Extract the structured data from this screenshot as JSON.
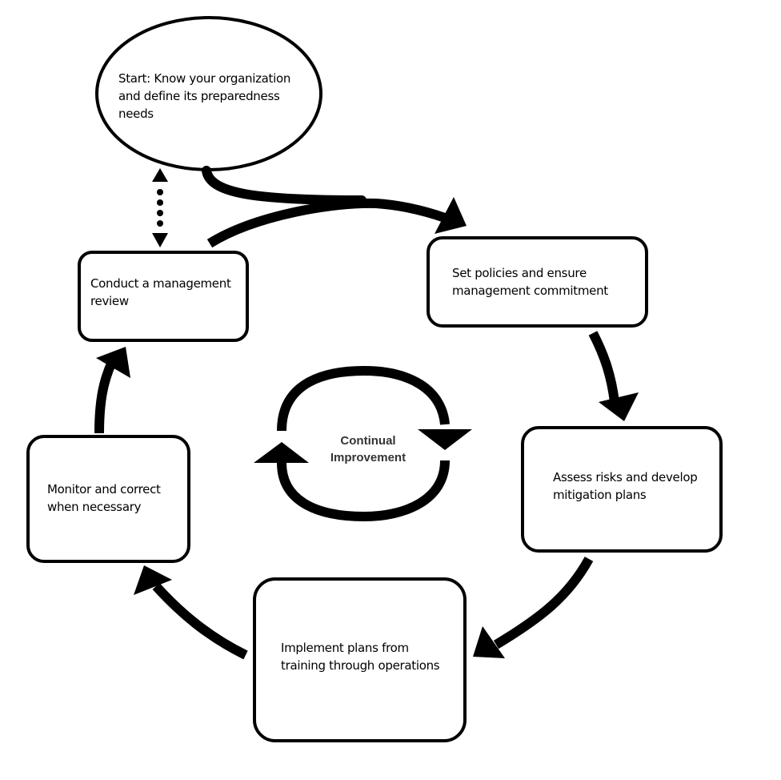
{
  "diagram": {
    "type": "cycle",
    "colors": {
      "stroke": "#000000",
      "background": "#ffffff",
      "center_text": "#333333"
    },
    "start": {
      "shape": "ellipse",
      "lines": [
        "Start: Know your organization",
        "and define its preparedness",
        "needs"
      ]
    },
    "steps": [
      {
        "id": "policies",
        "lines": [
          "Set policies and ensure",
          "management commitment"
        ]
      },
      {
        "id": "assess",
        "lines": [
          "Assess risks and develop",
          "mitigation plans"
        ]
      },
      {
        "id": "implement",
        "lines": [
          "Implement plans from",
          "training through operations"
        ]
      },
      {
        "id": "monitor",
        "lines": [
          "Monitor and correct",
          "when necessary"
        ]
      },
      {
        "id": "review",
        "lines": [
          "Conduct a management",
          "review"
        ]
      }
    ],
    "center": {
      "lines": [
        "Continual",
        "Improvement"
      ]
    },
    "connectors": [
      {
        "from": "start",
        "to": "policies",
        "style": "solid-arrow"
      },
      {
        "from": "review",
        "to": "policies",
        "style": "solid-arrow-merge"
      },
      {
        "from": "policies",
        "to": "assess",
        "style": "solid-arrow"
      },
      {
        "from": "assess",
        "to": "implement",
        "style": "solid-arrow"
      },
      {
        "from": "implement",
        "to": "monitor",
        "style": "solid-arrow"
      },
      {
        "from": "monitor",
        "to": "review",
        "style": "solid-arrow"
      },
      {
        "from": "review",
        "to": "start",
        "style": "dotted-double-arrow"
      }
    ]
  }
}
